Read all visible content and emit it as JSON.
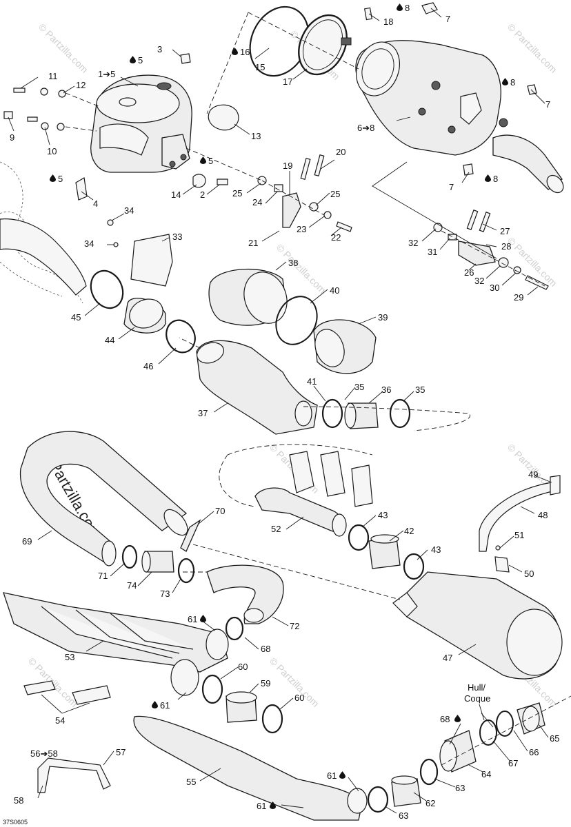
{
  "diagram_code": "37S0605",
  "watermark": "© Partzilla.com",
  "hull_note": "Hull/\nCoque",
  "callouts": [
    {
      "id": "c1",
      "text": "1➔5",
      "drop": false
    },
    {
      "id": "c3",
      "text": "3",
      "drop": false
    },
    {
      "id": "c5a",
      "text": "5",
      "drop": true
    },
    {
      "id": "c16",
      "text": "16",
      "drop": true
    },
    {
      "id": "c15",
      "text": "15",
      "drop": false
    },
    {
      "id": "c17",
      "text": "17",
      "drop": false
    },
    {
      "id": "c18",
      "text": "18",
      "drop": false
    },
    {
      "id": "c8a",
      "text": "8",
      "drop": true
    },
    {
      "id": "c7a",
      "text": "7",
      "drop": false
    },
    {
      "id": "c8b",
      "text": "8",
      "drop": true
    },
    {
      "id": "c7b",
      "text": "7",
      "drop": false
    },
    {
      "id": "c68",
      "text": "6➔8",
      "drop": false
    },
    {
      "id": "c7c",
      "text": "7",
      "drop": false
    },
    {
      "id": "c8c",
      "text": "8",
      "drop": true
    },
    {
      "id": "c11",
      "text": "11",
      "drop": false
    },
    {
      "id": "c12",
      "text": "12",
      "drop": false
    },
    {
      "id": "c9",
      "text": "9",
      "drop": false
    },
    {
      "id": "c10",
      "text": "10",
      "drop": false
    },
    {
      "id": "c13",
      "text": "13",
      "drop": false
    },
    {
      "id": "c5b",
      "text": "5",
      "drop": true
    },
    {
      "id": "c4",
      "text": "4",
      "drop": false
    },
    {
      "id": "c5c",
      "text": "5",
      "drop": true
    },
    {
      "id": "c14",
      "text": "14",
      "drop": false
    },
    {
      "id": "c2",
      "text": "2",
      "drop": false
    },
    {
      "id": "c25a",
      "text": "25",
      "drop": false
    },
    {
      "id": "c24",
      "text": "24",
      "drop": false
    },
    {
      "id": "c19",
      "text": "19",
      "drop": false
    },
    {
      "id": "c20",
      "text": "20",
      "drop": false
    },
    {
      "id": "c25b",
      "text": "25",
      "drop": false
    },
    {
      "id": "c23",
      "text": "23",
      "drop": false
    },
    {
      "id": "c22",
      "text": "22",
      "drop": false
    },
    {
      "id": "c21",
      "text": "21",
      "drop": false
    },
    {
      "id": "c27",
      "text": "27",
      "drop": false
    },
    {
      "id": "c32a",
      "text": "32",
      "drop": false
    },
    {
      "id": "c31",
      "text": "31",
      "drop": false
    },
    {
      "id": "c28",
      "text": "28",
      "drop": false
    },
    {
      "id": "c26",
      "text": "26",
      "drop": false
    },
    {
      "id": "c32b",
      "text": "32",
      "drop": false
    },
    {
      "id": "c30",
      "text": "30",
      "drop": false
    },
    {
      "id": "c29",
      "text": "29",
      "drop": false
    },
    {
      "id": "c34a",
      "text": "34",
      "drop": false
    },
    {
      "id": "c34b",
      "text": "34",
      "drop": false
    },
    {
      "id": "c33",
      "text": "33",
      "drop": false
    },
    {
      "id": "c38",
      "text": "38",
      "drop": false
    },
    {
      "id": "c40",
      "text": "40",
      "drop": false
    },
    {
      "id": "c39",
      "text": "39",
      "drop": false
    },
    {
      "id": "c45",
      "text": "45",
      "drop": false
    },
    {
      "id": "c44",
      "text": "44",
      "drop": false
    },
    {
      "id": "c46",
      "text": "46",
      "drop": false
    },
    {
      "id": "c37",
      "text": "37",
      "drop": false
    },
    {
      "id": "c41",
      "text": "41",
      "drop": false
    },
    {
      "id": "c35a",
      "text": "35",
      "drop": false
    },
    {
      "id": "c36",
      "text": "36",
      "drop": false
    },
    {
      "id": "c35b",
      "text": "35",
      "drop": false
    },
    {
      "id": "c69",
      "text": "69",
      "drop": false
    },
    {
      "id": "c70",
      "text": "70",
      "drop": false
    },
    {
      "id": "c71",
      "text": "71",
      "drop": false
    },
    {
      "id": "c74",
      "text": "74",
      "drop": false
    },
    {
      "id": "c73",
      "text": "73",
      "drop": false
    },
    {
      "id": "c72",
      "text": "72",
      "drop": false
    },
    {
      "id": "c52",
      "text": "52",
      "drop": false
    },
    {
      "id": "c43a",
      "text": "43",
      "drop": false
    },
    {
      "id": "c42",
      "text": "42",
      "drop": false
    },
    {
      "id": "c43b",
      "text": "43",
      "drop": false
    },
    {
      "id": "c49",
      "text": "49",
      "drop": false
    },
    {
      "id": "c48",
      "text": "48",
      "drop": false
    },
    {
      "id": "c51",
      "text": "51",
      "drop": false
    },
    {
      "id": "c50",
      "text": "50",
      "drop": false
    },
    {
      "id": "c47",
      "text": "47",
      "drop": false
    },
    {
      "id": "c61a",
      "text": "61",
      "drop": true
    },
    {
      "id": "c68a",
      "text": "68",
      "drop": false
    },
    {
      "id": "c53",
      "text": "53",
      "drop": false
    },
    {
      "id": "c60a",
      "text": "60",
      "drop": false
    },
    {
      "id": "c59",
      "text": "59",
      "drop": false
    },
    {
      "id": "c61b",
      "text": "61",
      "drop": true
    },
    {
      "id": "c60b",
      "text": "60",
      "drop": false
    },
    {
      "id": "c54",
      "text": "54",
      "drop": false
    },
    {
      "id": "c68b",
      "text": "68",
      "drop": true
    },
    {
      "id": "c65",
      "text": "65",
      "drop": false
    },
    {
      "id": "c66",
      "text": "66",
      "drop": false
    },
    {
      "id": "c67",
      "text": "67",
      "drop": false
    },
    {
      "id": "c64",
      "text": "64",
      "drop": false
    },
    {
      "id": "c56",
      "text": "56➔58",
      "drop": false
    },
    {
      "id": "c57",
      "text": "57",
      "drop": false
    },
    {
      "id": "c55",
      "text": "55",
      "drop": false
    },
    {
      "id": "c61c",
      "text": "61",
      "drop": true
    },
    {
      "id": "c63a",
      "text": "63",
      "drop": false
    },
    {
      "id": "c62",
      "text": "62",
      "drop": false
    },
    {
      "id": "c61d",
      "text": "61",
      "drop": true
    },
    {
      "id": "c63b",
      "text": "63",
      "drop": false
    },
    {
      "id": "c58",
      "text": "58",
      "drop": false
    }
  ]
}
